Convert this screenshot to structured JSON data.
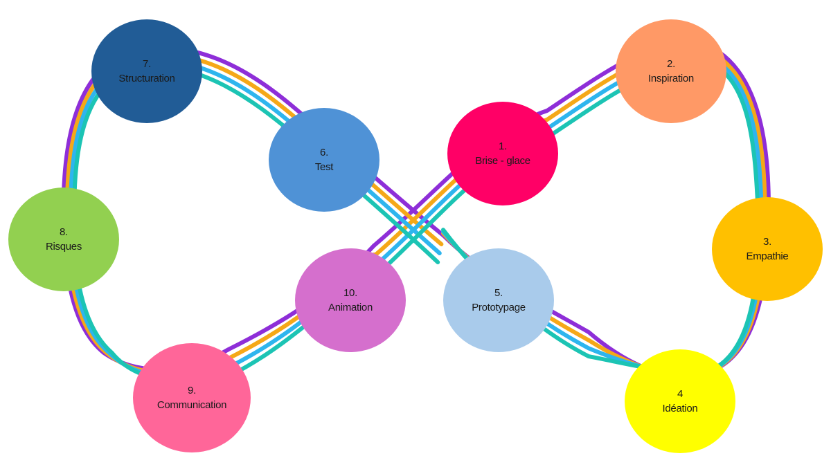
{
  "stages": [
    {
      "id": "brise-glace",
      "number": "1.",
      "label": "Brise - glace",
      "color": "#FF0066"
    },
    {
      "id": "inspiration",
      "number": "2.",
      "label": "Inspiration",
      "color": "#FF9966"
    },
    {
      "id": "empathie",
      "number": "3.",
      "label": "Empathie",
      "color": "#FFC000"
    },
    {
      "id": "ideation",
      "number": "4",
      "label": "Idéation",
      "color": "#FFFF00"
    },
    {
      "id": "prototypage",
      "number": "5.",
      "label": "Prototypage",
      "color": "#A9CBEB"
    },
    {
      "id": "test",
      "number": "6.",
      "label": "Test",
      "color": "#4F92D6"
    },
    {
      "id": "structuration",
      "number": "7.",
      "label": "Structuration",
      "color": "#215C96"
    },
    {
      "id": "risques",
      "number": "8.",
      "label": "Risques",
      "color": "#92D050"
    },
    {
      "id": "communication",
      "number": "9.",
      "label": "Communication",
      "color": "#FF6699"
    },
    {
      "id": "animation",
      "number": "10.",
      "label": "Animation",
      "color": "#D56FCD"
    }
  ],
  "loop_colors": [
    "#8E2ED8",
    "#F5A818",
    "#2EB5EE",
    "#1CC4B4"
  ]
}
